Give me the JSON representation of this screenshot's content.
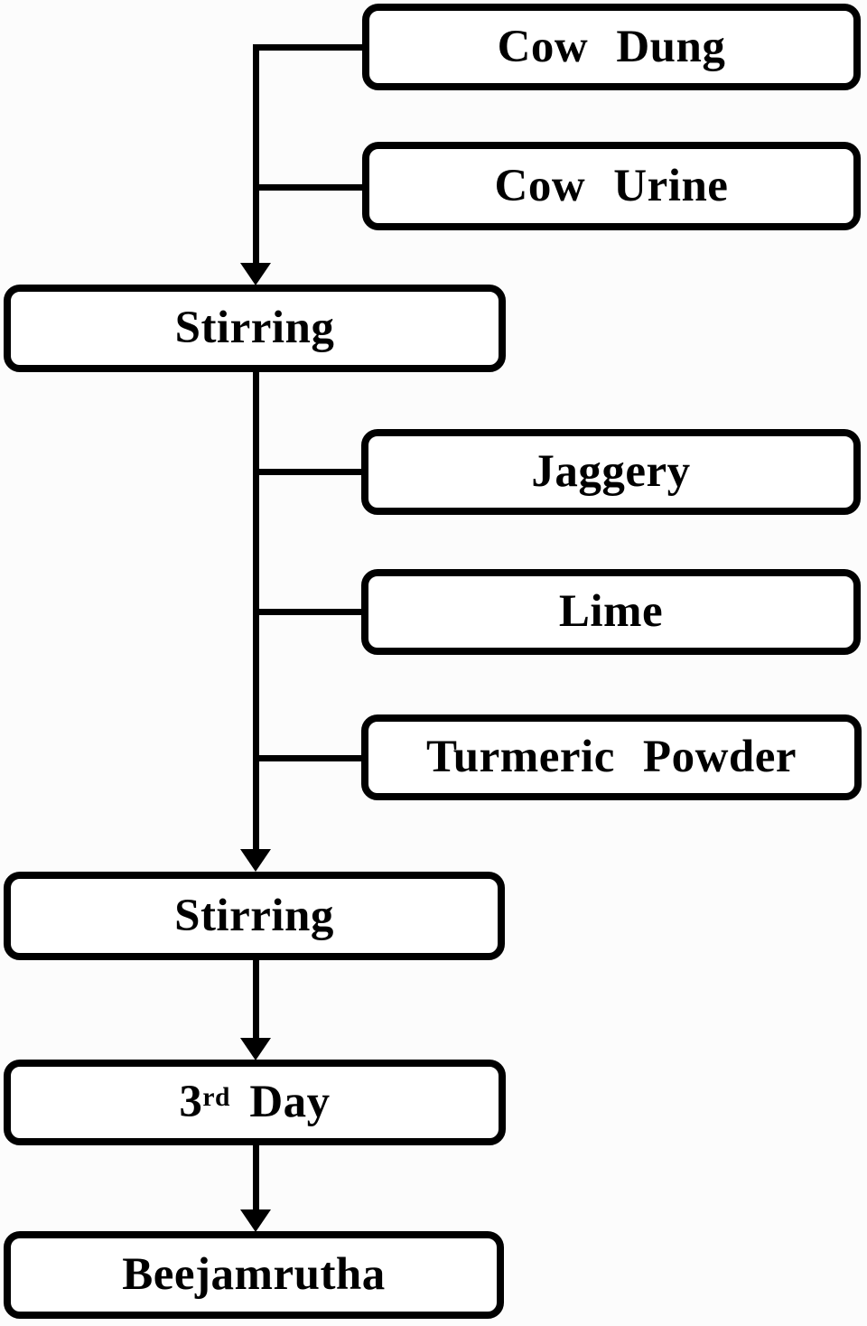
{
  "figure": {
    "type": "flowchart"
  },
  "colors": {
    "background": "#fcfcfc",
    "box_fill": "#ffffff",
    "box_border": "#000000",
    "line": "#000000",
    "text": "#000000"
  },
  "nodes": {
    "cow_dung": {
      "label": "Cow Dung"
    },
    "cow_urine": {
      "label": "Cow Urine"
    },
    "stirring_1": {
      "label": "Stirring"
    },
    "jaggery": {
      "label": "Jaggery"
    },
    "lime": {
      "label": "Lime"
    },
    "turmeric_powder": {
      "label": "Turmeric Powder"
    },
    "stirring_2": {
      "label": "Stirring"
    },
    "day_3": {
      "base": "3",
      "superscript": "rd",
      "rest": "Day"
    },
    "beejamrutha": {
      "label": "Beejamrutha"
    }
  },
  "edges": [
    {
      "from": "cow_dung",
      "to": "stirring_1",
      "style": "elbow-line"
    },
    {
      "from": "cow_urine",
      "to": "stirring_1",
      "style": "elbow-line"
    },
    {
      "from": "stirring_1",
      "to": "stirring_2",
      "style": "arrow"
    },
    {
      "from": "jaggery",
      "to": "stirring_2",
      "style": "elbow-line"
    },
    {
      "from": "lime",
      "to": "stirring_2",
      "style": "elbow-line"
    },
    {
      "from": "turmeric_powder",
      "to": "stirring_2",
      "style": "elbow-line"
    },
    {
      "from": "stirring_2",
      "to": "day_3",
      "style": "arrow"
    },
    {
      "from": "day_3",
      "to": "beejamrutha",
      "style": "arrow"
    }
  ]
}
